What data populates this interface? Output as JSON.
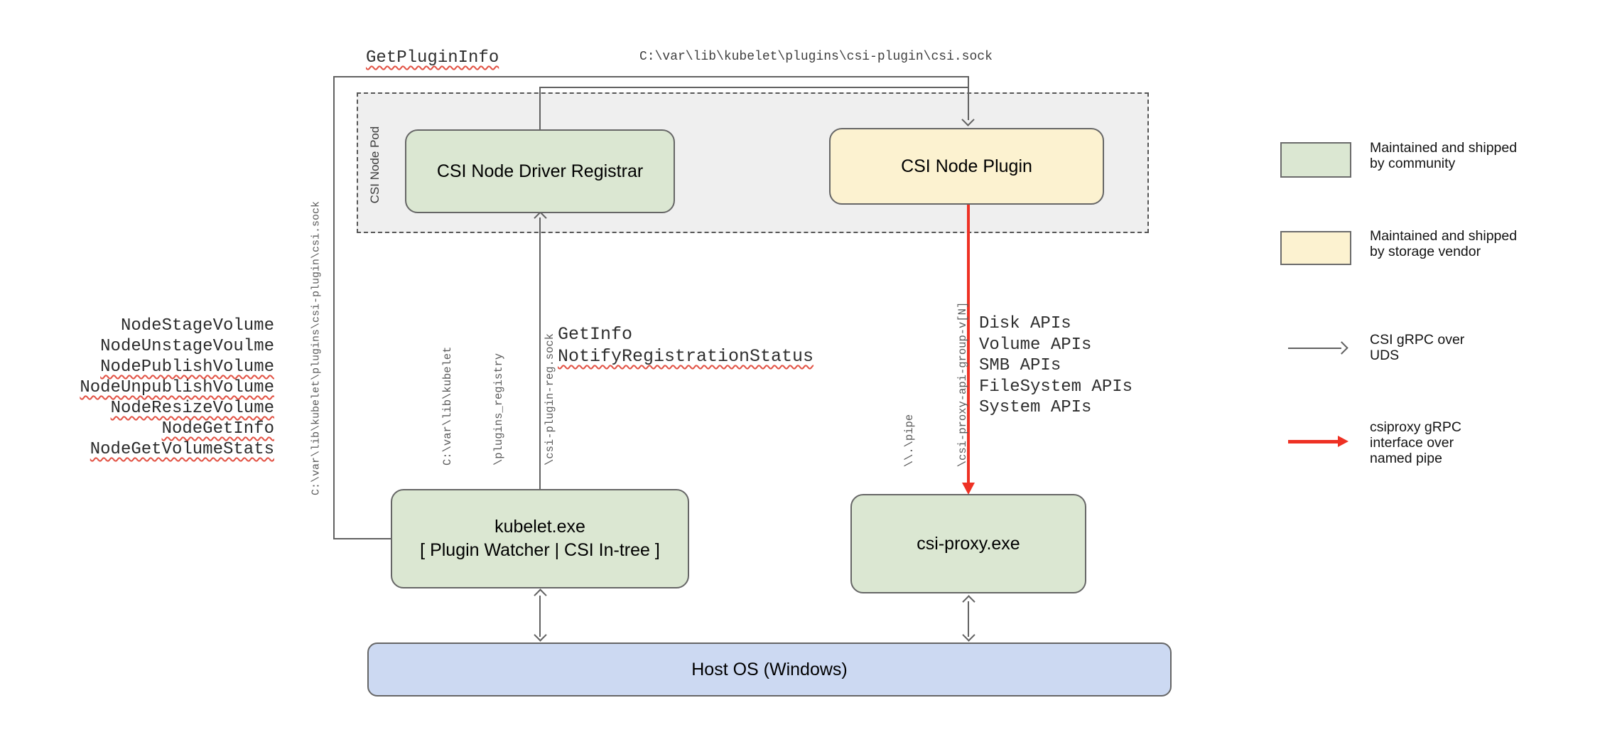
{
  "title": "CSI on Windows architecture diagram",
  "nodes": {
    "pod_label": "CSI Node Pod",
    "registrar": "CSI Node Driver Registrar",
    "plugin": "CSI Node Plugin",
    "kubelet_line1": "kubelet.exe",
    "kubelet_line2": "[ Plugin Watcher | CSI In-tree ]",
    "csi_proxy": "csi-proxy.exe",
    "host_os": "Host OS (Windows)"
  },
  "edge_labels": {
    "get_plugin_info": "GetPluginInfo",
    "csi_sock_top": "C:\\var\\lib\\kubelet\\plugins\\csi-plugin\\csi.sock",
    "csi_sock_left": "C:\\var\\lib\\kubelet\\plugins\\csi-plugin\\csi.sock",
    "registry_sock": [
      "C:\\var\\lib\\kubelet",
      "\\plugins_registry",
      "\\csi-plugin-reg.sock"
    ],
    "get_info": "GetInfo",
    "notify_registration_status": "NotifyRegistrationStatus",
    "pipe": [
      "\\\\.\\pipe",
      "\\csi-proxy-api-group-v[N]"
    ],
    "apis": [
      "Disk APIs",
      "Volume APIs",
      "SMB APIs",
      "FileSystem APIs",
      "System APIs"
    ],
    "node_calls": [
      {
        "text": "NodeStageVolume",
        "misspelled": false
      },
      {
        "text": "NodeUnstageVoulme",
        "misspelled": false
      },
      {
        "text": "NodePublishVolume",
        "misspelled": true
      },
      {
        "text": "NodeUnpublishVolume",
        "misspelled": true
      },
      {
        "text": "NodeResizeVolume",
        "misspelled": true
      },
      {
        "text": "NodeGetInfo",
        "misspelled": true
      },
      {
        "text": "NodeGetVolumeStats",
        "misspelled": true
      }
    ]
  },
  "legend": {
    "items": [
      {
        "marker": "green-swatch",
        "lines": [
          "Maintained and shipped",
          "by community"
        ]
      },
      {
        "marker": "yellow-swatch",
        "lines": [
          "Maintained and shipped",
          "by storage vendor"
        ]
      },
      {
        "marker": "gray-arrow",
        "lines": [
          "CSI gRPC over",
          "UDS"
        ]
      },
      {
        "marker": "red-arrow",
        "lines": [
          "csiproxy gRPC",
          "interface over",
          "named pipe"
        ]
      }
    ]
  },
  "colors": {
    "community_green": "#dbe7d2",
    "vendor_yellow": "#fcf2d0",
    "host_blue": "#ccd9f2",
    "pod_gray": "#efefef",
    "line_gray": "#616161",
    "pipe_red": "#ee3124",
    "border_gray": "#666666",
    "squiggle_red": "#e25244"
  }
}
